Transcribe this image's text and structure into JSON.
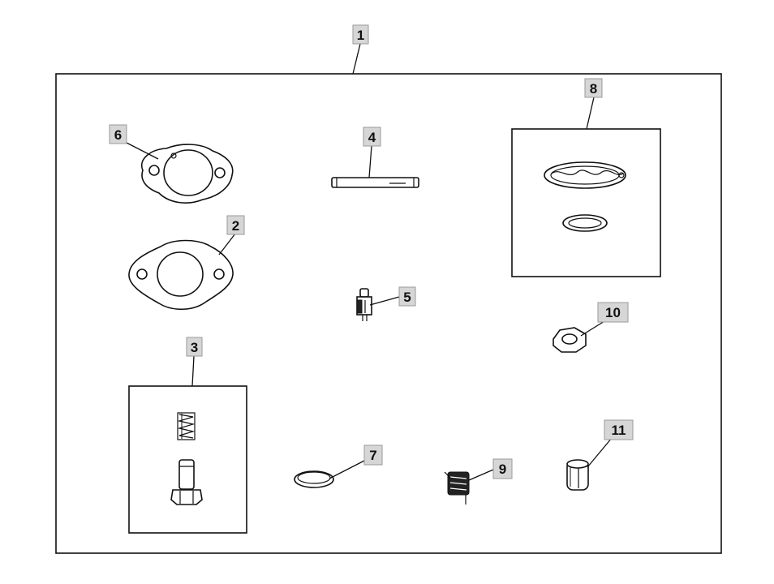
{
  "callouts": [
    {
      "id": "1"
    },
    {
      "id": "2"
    },
    {
      "id": "3"
    },
    {
      "id": "4"
    },
    {
      "id": "5"
    },
    {
      "id": "6"
    },
    {
      "id": "7"
    },
    {
      "id": "8"
    },
    {
      "id": "9"
    },
    {
      "id": "10"
    },
    {
      "id": "11"
    }
  ],
  "colors": {
    "label_background": "#d6d6d6",
    "line": "#111111",
    "background": "#ffffff"
  }
}
